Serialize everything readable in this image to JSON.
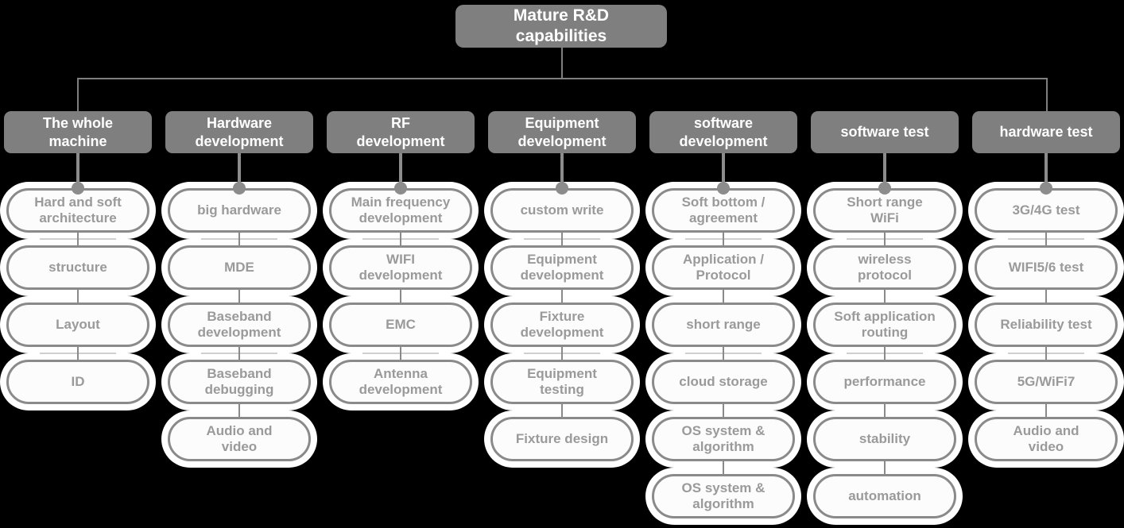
{
  "root": {
    "label": "Mature R&D\ncapabilities"
  },
  "columns": [
    {
      "header": "The whole\nmachine",
      "children": [
        "Hard and soft\narchitecture",
        "structure",
        "Layout",
        "ID"
      ]
    },
    {
      "header": "Hardware\ndevelopment",
      "children": [
        "big hardware",
        "MDE",
        "Baseband\ndevelopment",
        "Baseband\ndebugging",
        "Audio and\nvideo"
      ]
    },
    {
      "header": "RF\ndevelopment",
      "children": [
        "Main frequency\ndevelopment",
        "WIFI\ndevelopment",
        "EMC",
        "Antenna\ndevelopment"
      ]
    },
    {
      "header": "Equipment\ndevelopment",
      "children": [
        "custom write",
        "Equipment\ndevelopment",
        "Fixture\ndevelopment",
        "Equipment\ntesting",
        "Fixture design"
      ]
    },
    {
      "header": "software\ndevelopment",
      "children": [
        "Soft bottom /\nagreement",
        "Application /\nProtocol",
        "short range",
        "cloud storage",
        "OS system &\nalgorithm",
        "OS system &\nalgorithm"
      ]
    },
    {
      "header": "software test",
      "children": [
        "Short range\nWiFi",
        "wireless\nprotocol",
        "Soft application\nrouting",
        "performance",
        "stability",
        "automation"
      ]
    },
    {
      "header": "hardware test",
      "children": [
        "3G/4G test",
        "WIFI5/6 test",
        "Reliability test",
        "5G/WiFi7",
        "Audio and\nvideo"
      ]
    }
  ],
  "colors": {
    "background": "#000000",
    "node_fill": "#7f7f7f",
    "node_text": "#ffffff",
    "pill_fill": "#fcfcfc",
    "pill_border": "#8a8a8a",
    "pill_text": "#9a9a9a",
    "pill_glow": "#ffffff",
    "connector_line": "#7f7f7f",
    "junction_accent": "#cfcfcf"
  }
}
